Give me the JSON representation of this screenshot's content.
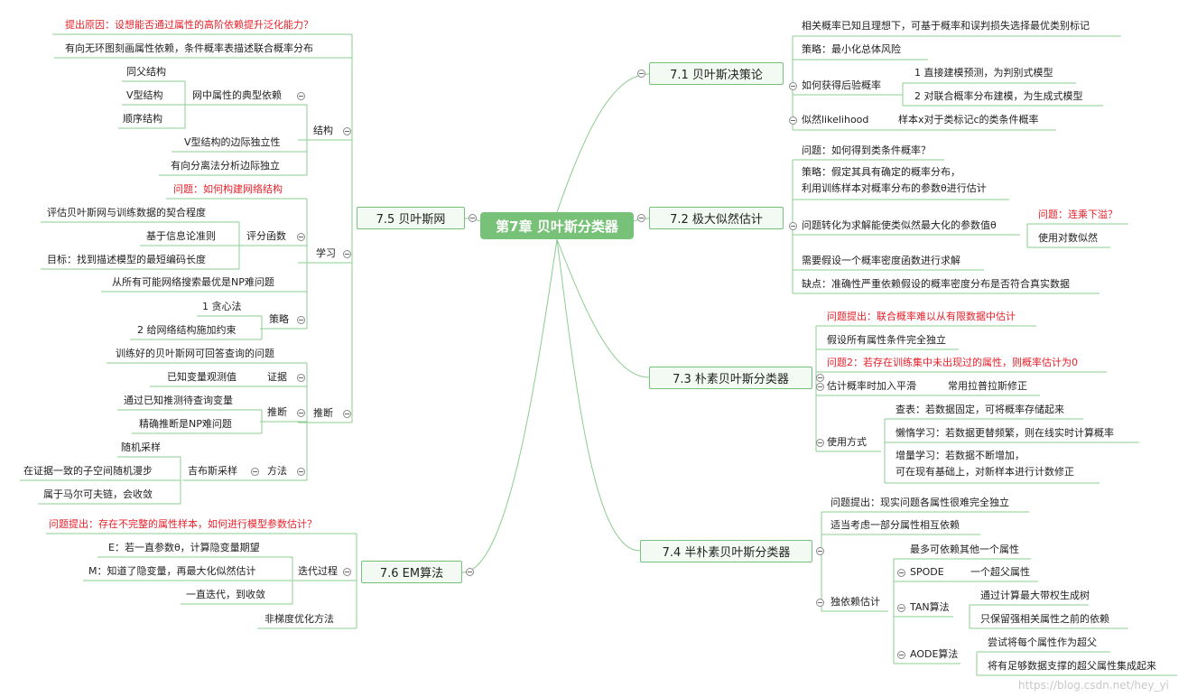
{
  "root": {
    "label": "第7章 贝叶斯分类器"
  },
  "b71": {
    "label": "7.1 贝叶斯决策论",
    "n1": "相关概率已知且理想下，可基于概率和误判损失选择最优类别标记",
    "n2": "策略：最小化总体风险",
    "n3": "如何获得后验概率",
    "n3a": "1 直接建模预测，为判别式模型",
    "n3b": "2 对联合概率分布建模，为生成式模型",
    "n4": "似然likelihood",
    "n4a": "样本x对于类标记c的类条件概率"
  },
  "b72": {
    "label": "7.2 极大似然估计",
    "n1": "问题：如何得到类条件概率？",
    "n2": "策略：假定其具有确定的概率分布，\n利用训练样本对概率分布的参数θ进行估计",
    "n3": "问题转化为求解能使类似然最大化的参数值θ",
    "n3a": "问题：连乘下溢？",
    "n3b": "使用对数似然",
    "n4": "需要假设一个概率密度函数进行求解",
    "n5": "缺点：准确性严重依赖假设的概率密度分布是否符合真实数据"
  },
  "b73": {
    "label": "7.3 朴素贝叶斯分类器",
    "n1": "问题提出：联合概率难以从有限数据中估计",
    "n2": "假设所有属性条件完全独立",
    "n3": "问题2：若存在训练集中未出现过的属性，则概率估计为0",
    "n4": "估计概率时加入平滑",
    "n4a": "常用拉普拉斯修正",
    "n5": "使用方式",
    "n5a": "查表：若数据固定，可将概率存储起来",
    "n5b": "懒惰学习：若数据更替频繁，则在线实时计算概率",
    "n5c": "增量学习：若数据不断增加，\n可在现有基础上，对新样本进行计数修正"
  },
  "b74": {
    "label": "7.4 半朴素贝叶斯分类器",
    "n1": "问题提出：现实问题各属性很难完全独立",
    "n2": "适当考虑一部分属性相互依赖",
    "n3": "独依赖估计",
    "n3a": "最多可依赖其他一个属性",
    "n3b": "SPODE",
    "n3b1": "一个超父属性",
    "n3c": "TAN算法",
    "n3c1": "通过计算最大带权生成树",
    "n3c2": "只保留强相关属性之前的依赖",
    "n3d": "AODE算法",
    "n3d1": "尝试将每个属性作为超父",
    "n3d2": "将有足够数据支撑的超父属性集成起来"
  },
  "b75": {
    "label": "7.5 贝叶斯网",
    "n1": "提出原因：设想能否通过属性的高阶依赖提升泛化能力？",
    "n2": "有向无环图刻画属性依赖，条件概率表描述联合概率分布",
    "jg": "结构",
    "jg1": "网中属性的典型依赖",
    "jg1a": "同父结构",
    "jg1b": "V型结构",
    "jg1c": "顺序结构",
    "jg2": "V型结构的边际独立性",
    "jg3": "有向分离法分析边际独立",
    "xx": "学习",
    "xx1": "问题：如何构建网络结构",
    "xx2": "评分函数",
    "xx2a": "评估贝叶斯网与训练数据的契合程度",
    "xx2b": "基于信息论准则",
    "xx2c": "目标：找到描述模型的最短编码长度",
    "xx3": "从所有可能网络搜索最优是NP难问题",
    "xx4": "策略",
    "xx4a": "1 贪心法",
    "xx4b": "2 给网络结构施加约束",
    "td": "推断",
    "td1": "训练好的贝叶斯网可回答查询的问题",
    "td2": "证据",
    "td2a": "已知变量观测值",
    "td3": "推断",
    "td3a": "通过已知推测待查询变量",
    "td3b": "精确推断是NP难问题",
    "td4": "方法",
    "td4a": "吉布斯采样",
    "td4a1": "随机采样",
    "td4a2": "在证据一致的子空间随机漫步",
    "td4a3": "属于马尔可夫链，会收敛"
  },
  "b76": {
    "label": "7.6 EM算法",
    "n1": "问题提出：存在不完整的属性样本，如何进行模型参数估计？",
    "n2": "迭代过程",
    "n2a": "E：若一直参数θ，计算隐变量期望",
    "n2b": "M：知道了隐变量，再最大化似然估计",
    "n2c": "一直迭代，到收敛",
    "n3": "非梯度优化方法"
  },
  "watermark": "https://blog.csdn.net/hey_yi",
  "colors": {
    "edge": "#8ccc90",
    "accent": "#77c178",
    "warning": "#e8202a"
  }
}
